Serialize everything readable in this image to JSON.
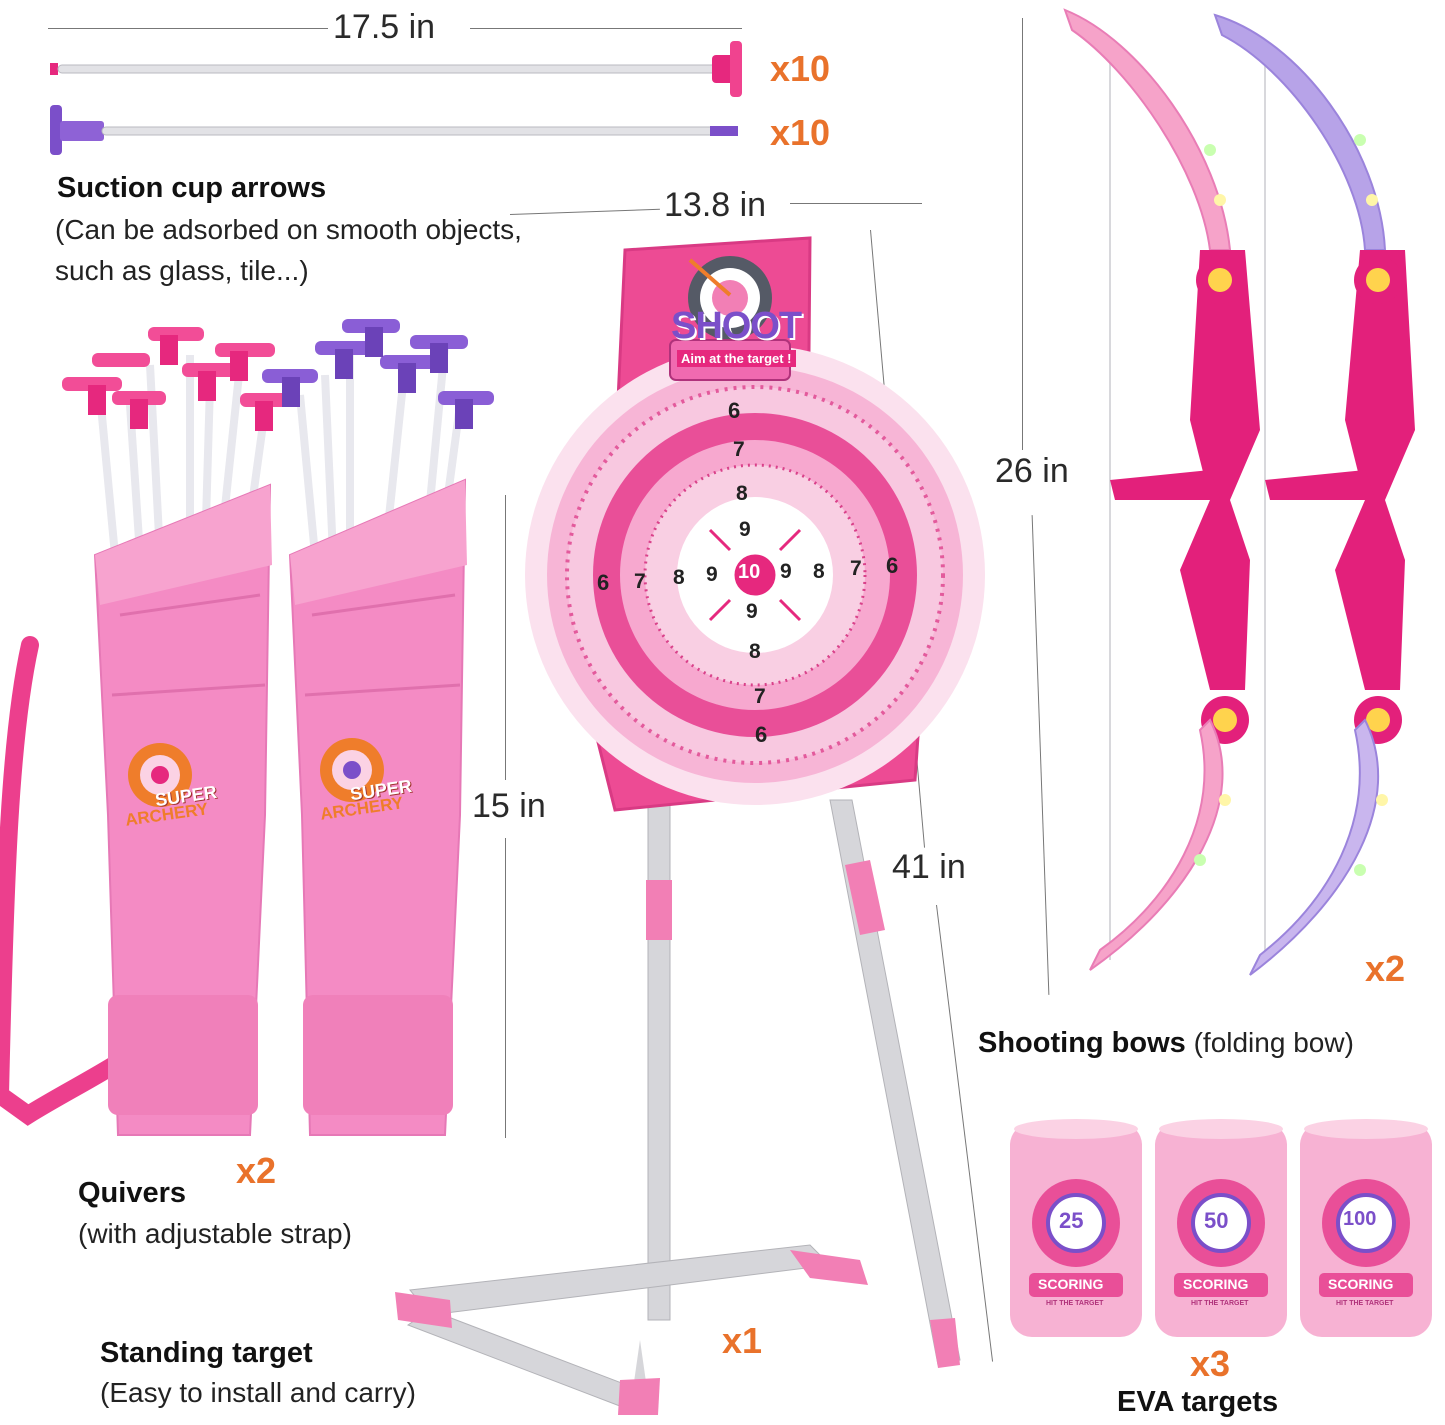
{
  "dimensions": {
    "arrow_length": "17.5 in",
    "target_width": "13.8 in",
    "bow_height": "26 in",
    "quiver_height": "15 in",
    "stand_height": "41 in"
  },
  "quantities": {
    "pink_arrows": "x10",
    "purple_arrows": "x10",
    "bows": "x2",
    "quivers": "x2",
    "stand": "x1",
    "eva_targets": "x3"
  },
  "labels": {
    "arrows_title": "Suction cup arrows",
    "arrows_desc_1": "(Can be adsorbed on smooth objects,",
    "arrows_desc_2": "such as glass, tile...)",
    "bows_title": "Shooting bows",
    "bows_desc": " (folding bow)",
    "quivers_title": "Quivers",
    "quivers_desc": "(with adjustable strap)",
    "stand_title": "Standing target",
    "stand_desc": "(Easy to install and carry)",
    "eva_title": "EVA targets"
  },
  "target_board": {
    "logo_title": "SHOOT",
    "logo_subtitle": "Aim at the target !",
    "ring_6_top": "6",
    "ring_6_bottom": "6",
    "ring_6_left": "6",
    "ring_6_right": "6",
    "ring_7_top": "7",
    "ring_7_bottom": "7",
    "ring_7_left": "7",
    "ring_7_right": "7",
    "ring_8_top": "8",
    "ring_8_bottom": "8",
    "ring_8_left": "8",
    "ring_8_right": "8",
    "ring_9_top": "9",
    "ring_9_bottom": "9",
    "ring_9_left": "9",
    "ring_9_right": "9",
    "bullseye": "10"
  },
  "quiver_logo": {
    "line1": "SUPER",
    "line2": "ARCHERY"
  },
  "eva_cans": [
    {
      "score": "25",
      "label": "SCORING",
      "sublabel": "HIT THE TARGET"
    },
    {
      "score": "50",
      "label": "SCORING",
      "sublabel": "HIT THE TARGET"
    },
    {
      "score": "100",
      "label": "SCORING",
      "sublabel": "HIT THE TARGET"
    }
  ],
  "colors": {
    "pink": "#e6287e",
    "light_pink": "#f7a8cf",
    "purple": "#7b4fc9",
    "orange_qty": "#e9722b",
    "silver": "#d6d6da"
  }
}
